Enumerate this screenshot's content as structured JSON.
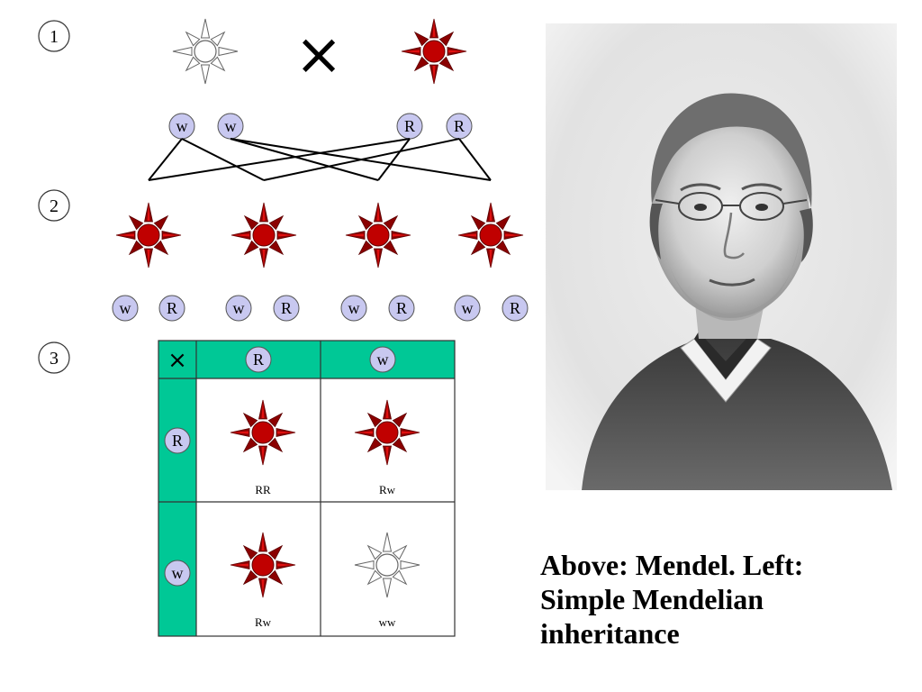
{
  "steps": {
    "one": "1",
    "two": "2",
    "three": "3"
  },
  "cross_symbol": "×",
  "alleles": {
    "white": "w",
    "red": "R"
  },
  "punnett": {
    "corner": "×",
    "col_headers": [
      "R",
      "w"
    ],
    "row_headers": [
      "R",
      "w"
    ],
    "cells": [
      {
        "genotype": "RR",
        "flower": "red"
      },
      {
        "genotype": "Rw",
        "flower": "red"
      },
      {
        "genotype": "Rw",
        "flower": "red"
      },
      {
        "genotype": "ww",
        "flower": "white"
      }
    ]
  },
  "caption": {
    "line1": "Above: Mendel.  Left:",
    "line2": "Simple Mendelian",
    "line3": "inheritance"
  },
  "colors": {
    "flower_red": "#c00000",
    "spike_dark": "#8b0000",
    "allele_fill": "#c8c8f0",
    "punnett_green": "#00c896",
    "line": "#000000"
  },
  "icons": {
    "white_flower": "white-flower-icon",
    "red_flower": "red-flower-icon",
    "portrait": "mendel-portrait"
  }
}
